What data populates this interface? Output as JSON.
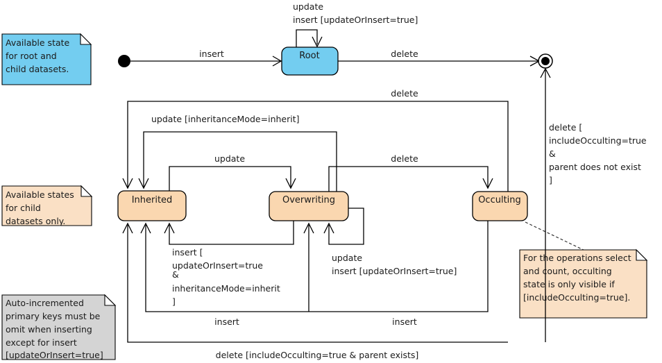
{
  "diagram": {
    "title": "Dataset state machine",
    "type": "uml-state-diagram",
    "colors": {
      "root_state_fill": "#73cdf0",
      "child_state_fill": "#fad7b0",
      "note_blue_fill": "#73cdf0",
      "note_orange_fill": "#fae0c5",
      "note_gray_fill": "#d4d4d4",
      "stroke": "#000000"
    }
  },
  "states": {
    "initial": {
      "name": "initial-state",
      "label": ""
    },
    "final": {
      "name": "final-state",
      "label": ""
    },
    "root": {
      "label": "Root"
    },
    "inherited": {
      "label": "Inherited"
    },
    "overwriting": {
      "label": "Overwriting"
    },
    "occulting": {
      "label": "Occulting"
    }
  },
  "transitions": {
    "initial_to_root": "insert",
    "root_self_line1": "update",
    "root_self_line2": "insert [updateOrInsert=true]",
    "root_to_final": "delete",
    "occulting_to_final_l1": "delete [",
    "occulting_to_final_l2": "includeOcculting=true",
    "occulting_to_final_l3": "&",
    "occulting_to_final_l4": "parent does not exist",
    "occulting_to_final_l5": "]",
    "occulting_to_inherited_top": "delete",
    "overwriting_to_inherited": "update [inheritanceMode=inherit]",
    "inherited_to_overwriting": "update",
    "occulting_to_overwriting": "delete",
    "inherited_self_l1": "insert [",
    "inherited_self_l2": "updateOrInsert=true",
    "inherited_self_l3": "&",
    "inherited_self_l4": "inheritanceMode=inherit",
    "inherited_self_l5": "]",
    "overwriting_self_l1": "update",
    "overwriting_self_l2": "insert [updateOrInsert=true]",
    "occulting_to_inherited_bottom": "insert",
    "occulting_to_overwriting_bottom": "insert",
    "occulting_to_inherited_outer": "delete [includeOcculting=true  &  parent exists]"
  },
  "notes": {
    "root_note": {
      "lines": [
        "Available state",
        "for root and",
        "child datasets."
      ]
    },
    "child_note": {
      "lines": [
        "Available states",
        "for child",
        "datasets only."
      ]
    },
    "keys_note": {
      "lines": [
        "Auto-incremented",
        "primary keys must be",
        "omit when inserting",
        "except for insert",
        "[updateOrInsert=true]"
      ]
    },
    "occulting_note": {
      "lines": [
        "For the operations select",
        "and count, occulting",
        "state is only visible if",
        "[includeOcculting=true]."
      ]
    }
  }
}
